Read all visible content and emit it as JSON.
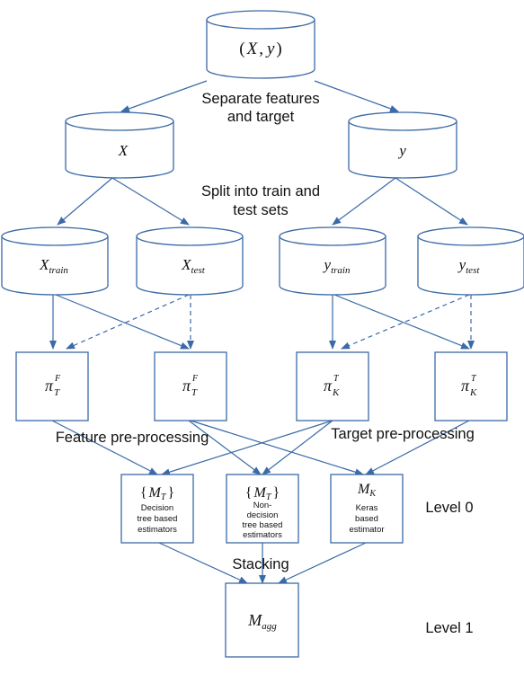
{
  "nodes": {
    "xy": {
      "open": "(",
      "x": "X",
      "comma": ",",
      "y": "y",
      "close": ")"
    },
    "X": {
      "text": "X"
    },
    "y": {
      "text": "y"
    },
    "X_train": {
      "base": "X",
      "sub": "train"
    },
    "X_test": {
      "base": "X",
      "sub": "test"
    },
    "y_train": {
      "base": "y",
      "sub": "train"
    },
    "y_test": {
      "base": "y",
      "sub": "test"
    },
    "pi1": {
      "base": "π",
      "sup": "F",
      "sub": "T"
    },
    "pi2": {
      "base": "π",
      "sup": "F",
      "sub": "T"
    },
    "pi3": {
      "base": "π",
      "sup": "T",
      "sub": "K"
    },
    "pi4": {
      "base": "π",
      "sup": "T",
      "sub": "K"
    },
    "m1": {
      "lbrace": "{",
      "base": "M",
      "sub": "T",
      "rbrace": "}",
      "desc": [
        "Decision",
        "tree based",
        "estimators"
      ]
    },
    "m2": {
      "lbrace": "{",
      "base": "M",
      "sub": "T",
      "rbrace": "}",
      "desc": [
        "Non-",
        "decision",
        "tree based",
        "estimators"
      ]
    },
    "m3": {
      "base": "M",
      "sub": "K",
      "desc": [
        "Keras",
        "based",
        "estimator"
      ]
    },
    "magg": {
      "base": "M",
      "sub": "agg"
    }
  },
  "labels": {
    "separate_line1": "Separate features",
    "separate_line2": "and target",
    "split_line1": "Split into train and",
    "split_line2": "test sets",
    "feature_pp": "Feature pre-processing",
    "target_pp": "Target pre-processing",
    "stacking": "Stacking",
    "level0": "Level 0",
    "level1": "Level 1"
  },
  "colors": {
    "stroke": "#3b6aa6",
    "arrow": "#3a6aa8"
  }
}
